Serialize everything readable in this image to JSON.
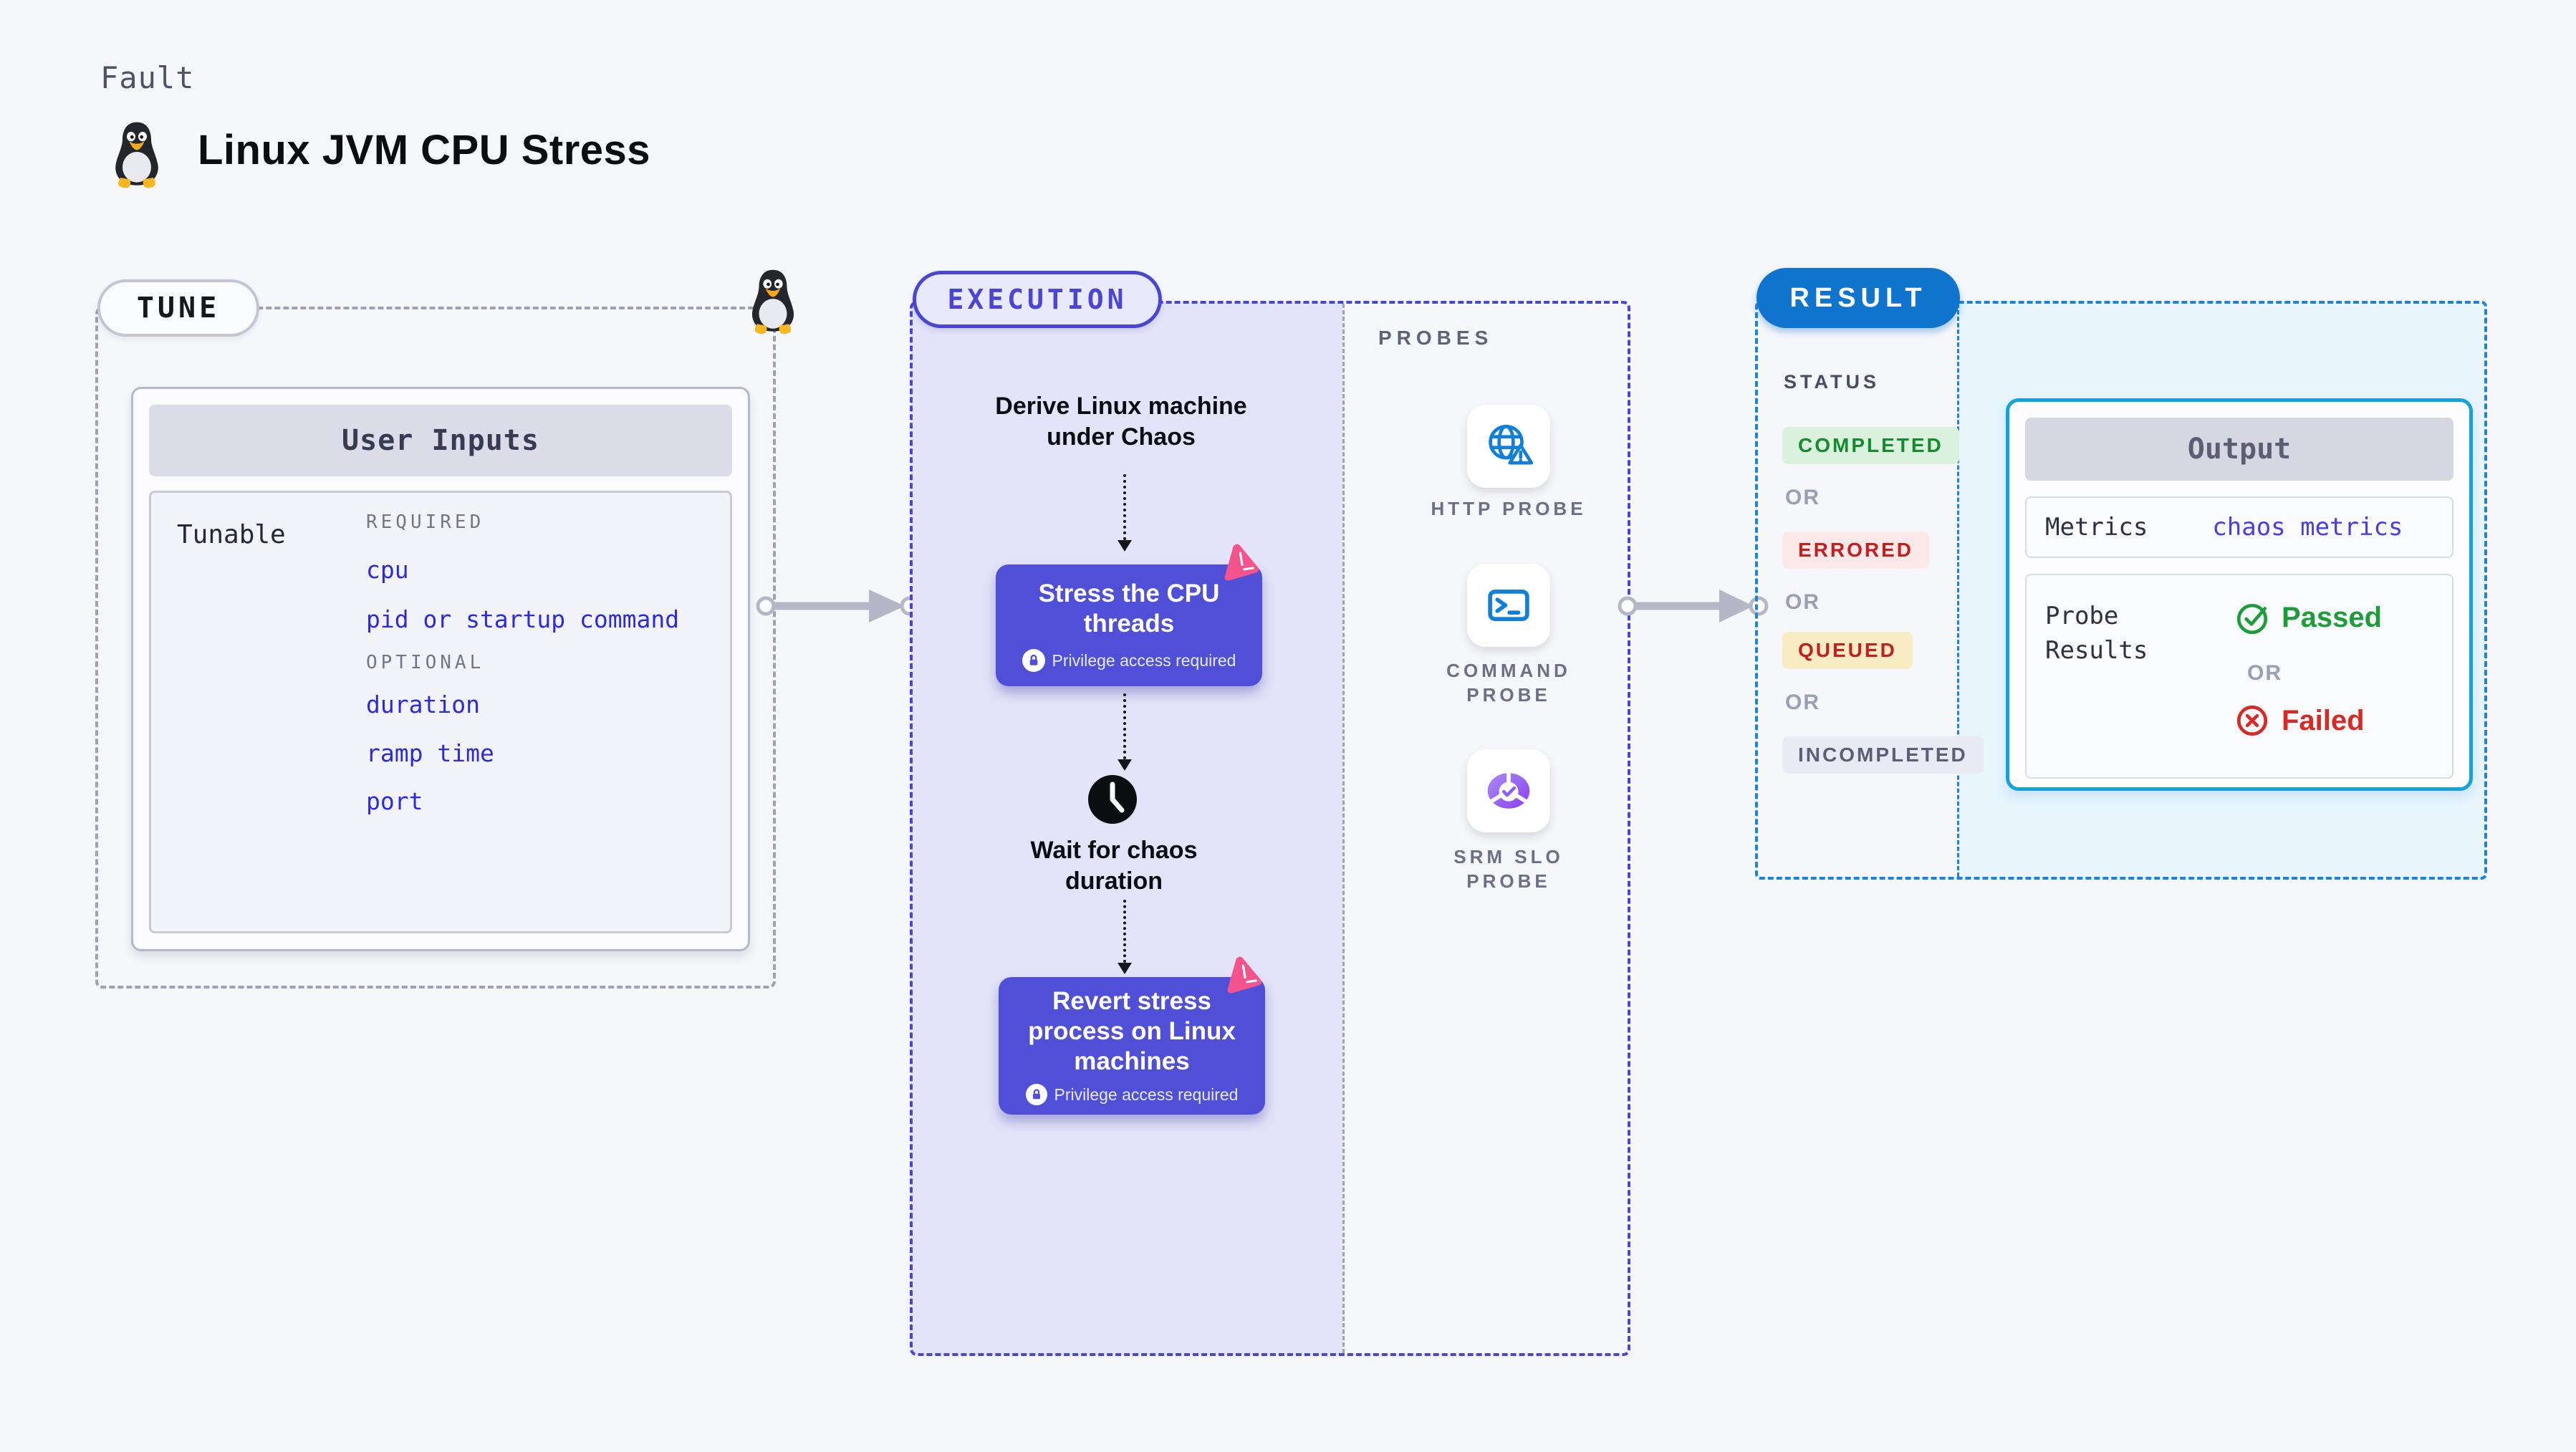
{
  "header": {
    "eyebrow": "Fault",
    "title": "Linux JVM CPU Stress",
    "icon": "linux-tux"
  },
  "tune": {
    "pill": "TUNE",
    "card_title": "User Inputs",
    "row_label": "Tunable",
    "required_heading": "REQUIRED",
    "required_items": [
      "cpu",
      "pid or startup command"
    ],
    "optional_heading": "OPTIONAL",
    "optional_items": [
      "duration",
      "ramp time",
      "port"
    ],
    "link_color": "#2b2ae2"
  },
  "execution": {
    "pill": "EXECUTION",
    "step_derive": "Derive Linux machine under Chaos",
    "action_stress": "Stress the CPU threads",
    "step_wait": "Wait for chaos duration",
    "action_revert": "Revert stress process on Linux machines",
    "privilege_note": "Privilege access required",
    "accent_color": "#4a44d7",
    "button_color": "#504fd8",
    "panel_fill": "#e3e3f9",
    "chaos_logo_color": "#f4538c"
  },
  "probes": {
    "heading": "PROBES",
    "items": [
      {
        "label": "HTTP PROBE",
        "icon": "globe-alert-icon",
        "color": "#0f7fd9"
      },
      {
        "label": "COMMAND PROBE",
        "icon": "terminal-icon",
        "color": "#0f7fd9"
      },
      {
        "label": "SRM SLO PROBE",
        "icon": "slo-donut-icon",
        "color": "#8b5cf6"
      }
    ]
  },
  "result": {
    "pill": "RESULT",
    "pill_color": "#0f74cd",
    "accent_color": "#1b83d8",
    "panel_fill": "#e8f5fd",
    "status_heading": "STATUS",
    "or_label": "OR",
    "statuses": [
      {
        "label": "COMPLETED",
        "fg": "#168a2f",
        "bg": "#daf2dd"
      },
      {
        "label": "ERRORED",
        "fg": "#c31f1f",
        "bg": "#fbe8e8"
      },
      {
        "label": "QUEUED",
        "fg": "#c31f1f",
        "bg": "#f8ecc4"
      },
      {
        "label": "INCOMPLETED",
        "fg": "#5a5f75",
        "bg": "#e9ebf4"
      }
    ],
    "output": {
      "title": "Output",
      "metrics_label": "Metrics",
      "metrics_value": "chaos metrics",
      "probe_results_label": "Probe Results",
      "or_label": "OR",
      "passed_label": "Passed",
      "failed_label": "Failed",
      "passed_color": "#1d9c3a",
      "failed_color": "#d62a23"
    }
  }
}
